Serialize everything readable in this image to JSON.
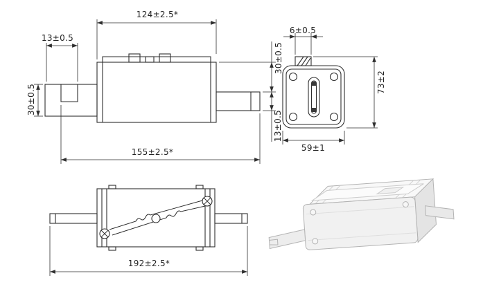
{
  "drawing": {
    "kind": "fuse-link technical drawing",
    "views": {
      "front": {
        "dims": {
          "width_top": "124±2.5*",
          "blade_notch": "13±0.5",
          "blade_height_left": "30±0.5",
          "right_upper": "30±0.5",
          "right_lower": "13±0.5",
          "width_bottom": "155±2.5*"
        }
      },
      "end": {
        "dims": {
          "tab_width": "6±0.5",
          "height": "73±2",
          "width": "59±1"
        }
      },
      "top": {
        "dims": {
          "overall_length": "192±2.5*"
        }
      }
    },
    "colors": {
      "line": "#2e2e2e",
      "iso_line": "#b3b3b3",
      "iso_fill": "#f1f1f1"
    }
  }
}
